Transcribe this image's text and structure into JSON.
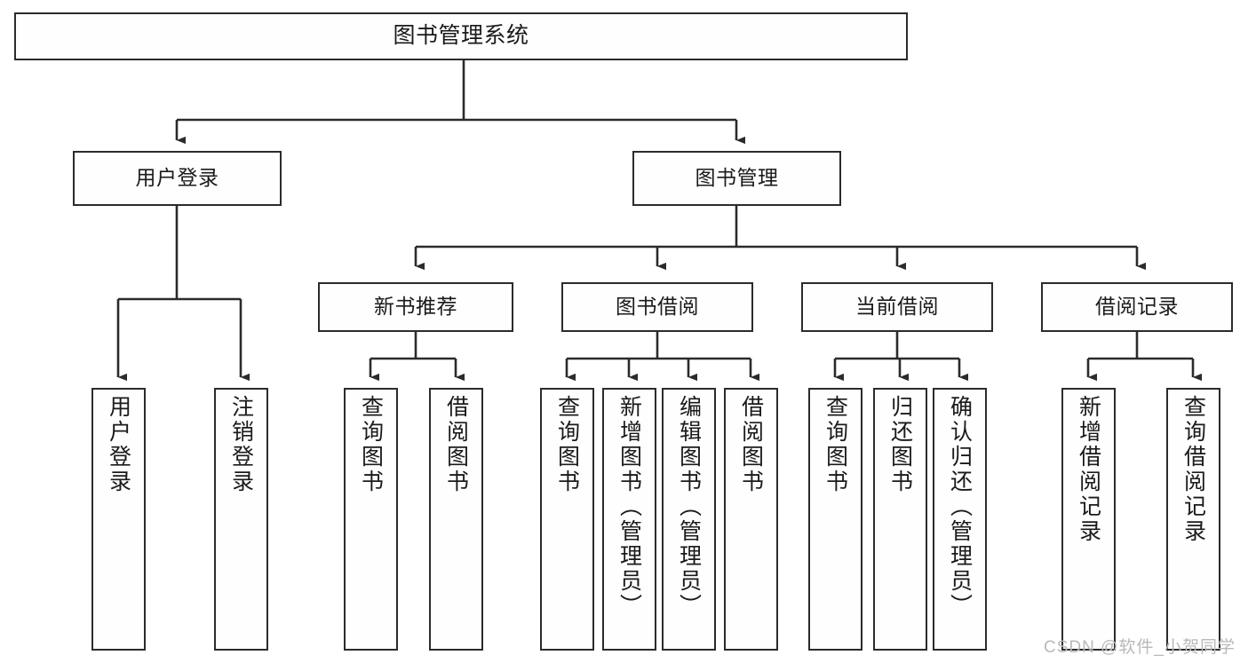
{
  "diagram": {
    "title": "图书管理系统",
    "type": "functional-structure-tree",
    "colors": {
      "box_border": "#2b2b2b",
      "box_fill": "#fefefe",
      "edge": "#2b2b2b",
      "text": "#1a1a1a",
      "watermark": "#b9b9b9"
    }
  },
  "watermark": {
    "text": "CSDN @软件_小贺同学"
  },
  "nodes": {
    "root": {
      "label": "图书管理系统"
    },
    "level2": [
      {
        "id": "user-login",
        "label": "用户登录"
      },
      {
        "id": "book-manage",
        "label": "图书管理"
      }
    ],
    "level3": [
      {
        "id": "new-book-recommend",
        "label": "新书推荐"
      },
      {
        "id": "book-borrow",
        "label": "图书借阅"
      },
      {
        "id": "current-borrow",
        "label": "当前借阅"
      },
      {
        "id": "borrow-record",
        "label": "借阅记录"
      }
    ],
    "leaves": [
      {
        "id": "leaf-user-login",
        "label": "用户登录",
        "parent": "user-login"
      },
      {
        "id": "leaf-logout-login",
        "label": "注销登录",
        "parent": "user-login"
      },
      {
        "id": "leaf-query-book-1",
        "label": "查询图书",
        "parent": "new-book-recommend"
      },
      {
        "id": "leaf-borrow-book-1",
        "label": "借阅图书",
        "parent": "new-book-recommend"
      },
      {
        "id": "leaf-query-book-2",
        "label": "查询图书",
        "parent": "book-borrow"
      },
      {
        "id": "leaf-add-book",
        "label": "新增图书（管理员）",
        "parent": "book-borrow"
      },
      {
        "id": "leaf-edit-book",
        "label": "编辑图书（管理员）",
        "parent": "book-borrow"
      },
      {
        "id": "leaf-borrow-book-2",
        "label": "借阅图书",
        "parent": "book-borrow"
      },
      {
        "id": "leaf-query-book-3",
        "label": "查询图书",
        "parent": "current-borrow"
      },
      {
        "id": "leaf-return-book",
        "label": "归还图书",
        "parent": "current-borrow"
      },
      {
        "id": "leaf-confirm-return",
        "label": "确认归还（管理员）",
        "parent": "current-borrow"
      },
      {
        "id": "leaf-add-record",
        "label": "新增借阅记录",
        "parent": "borrow-record"
      },
      {
        "id": "leaf-query-record",
        "label": "查询借阅记录",
        "parent": "borrow-record"
      }
    ]
  }
}
